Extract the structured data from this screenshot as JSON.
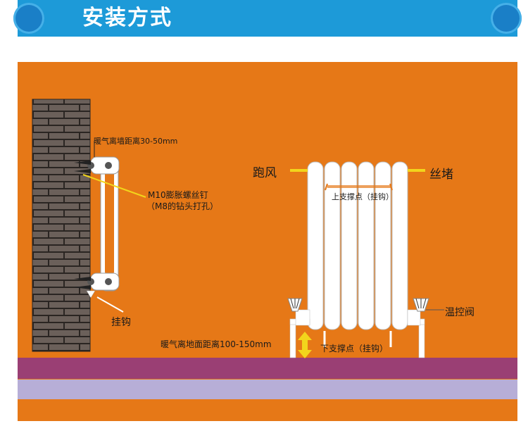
{
  "header": {
    "title": "安装方式"
  },
  "labels": {
    "wall_distance": "暖气离墙距离30-50mm",
    "bolt": "M10膨胀螺丝钉",
    "drill": "（M8的钻头打孔）",
    "hook": "挂钩",
    "vent": "跑风",
    "plug": "丝堵",
    "upper_support": "上支撑点（挂钩）",
    "lower_support": "下支撑点（挂钩）",
    "valve": "温控阀",
    "floor_distance": "暖气离地面距离100-150mm"
  },
  "colors": {
    "header_bg": "#1d9ad8",
    "panel_bg": "#e67817",
    "floor_top": "#9a3f74",
    "floor_bottom": "#b7aed7",
    "brick": "#6b605a",
    "radiator": "#ffffff",
    "arrow": "#f2d51c"
  }
}
